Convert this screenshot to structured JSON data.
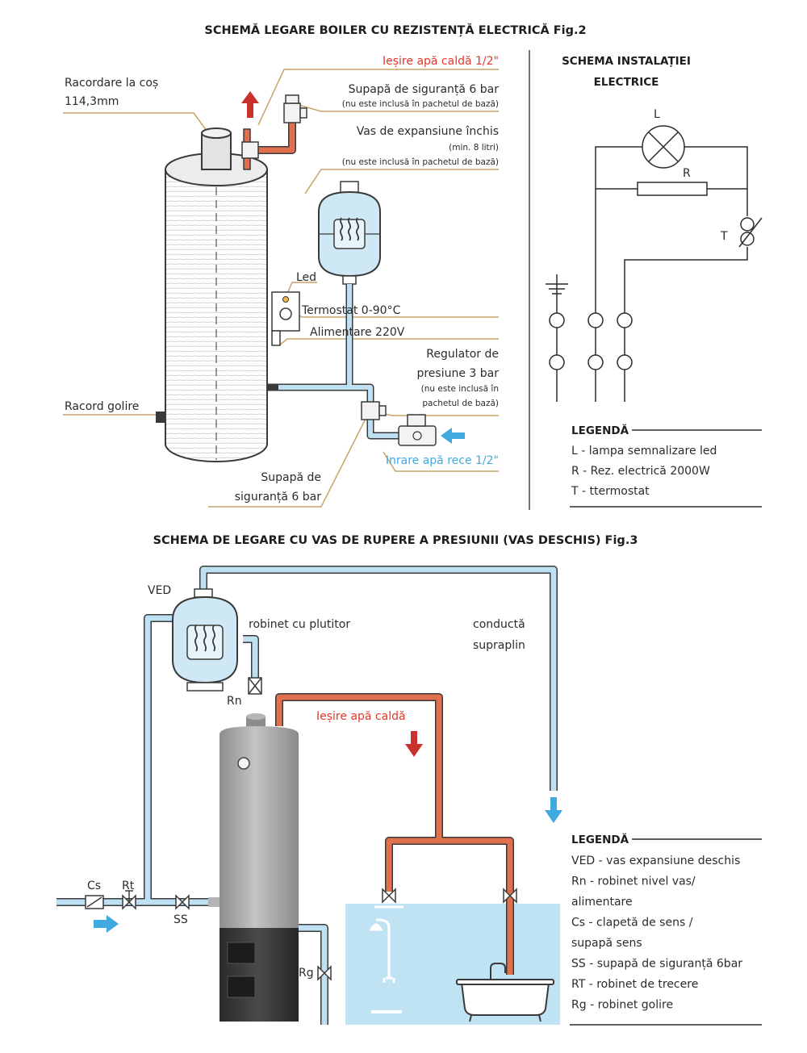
{
  "fig2": {
    "title": "SCHEMĂ LEGARE BOILER CU REZISTENȚĂ ELECTRICĂ Fig.2",
    "labels": {
      "racordare_cos_1": "Racordare la coș",
      "racordare_cos_2": "114,3mm",
      "iesire_apa_calda": "Ieșire apă caldă 1/2\"",
      "supapa_sig_top": "Supapă de siguranță 6 bar",
      "supapa_sig_top_note": "(nu este inclusă în pachetul de bază)",
      "vas_expansiune": "Vas de expansiune închis",
      "vas_expansiune_min": "(min. 8 litri)",
      "vas_expansiune_note": "(nu este inclusă în pachetul de bază)",
      "led": "Led",
      "termostat": "Termostat 0-90°C",
      "alimentare": "Alimentare 220V",
      "regulator_1": "Regulator de",
      "regulator_2": "presiune 3 bar",
      "regulator_note_1": "(nu este inclusă în",
      "regulator_note_2": "pachetul de bază)",
      "racord_golire": "Racord golire",
      "intrare_apa_rece": "Inrare apă rece 1/2\"",
      "supapa_sig_bottom_1": "Supapă de",
      "supapa_sig_bottom_2": "siguranță 6 bar"
    },
    "electric": {
      "title_1": "SCHEMA INSTALAȚIEI",
      "title_2": "ELECTRICE",
      "L": "L",
      "R": "R",
      "T": "T"
    },
    "legend": {
      "title": "LEGENDĂ",
      "items": [
        {
          "key": "L",
          "text": " - lampa semnalizare led"
        },
        {
          "key": "R",
          "text": " - Rez. electrică 2000W"
        },
        {
          "key": "T",
          "text": " - ttermostat"
        }
      ]
    }
  },
  "fig3": {
    "title": "SCHEMA DE LEGARE CU VAS DE RUPERE A PRESIUNII (VAS DESCHIS) Fig.3",
    "labels": {
      "ved": "VED",
      "robinet_plutitor": "robinet cu plutitor",
      "conducta_1": "conductă",
      "conducta_2": "supraplin",
      "rn": "Rn",
      "iesire_apa_calda": "Ieșire apă caldă",
      "cs": "Cs",
      "rt": "Rt",
      "ss": "SS",
      "rg": "Rg"
    },
    "legend": {
      "title": "LEGENDĂ",
      "items": [
        {
          "key": "VED",
          "text": " - vas expansiune deschis"
        },
        {
          "key": "Rn",
          "text": " - robinet nivel vas/"
        },
        {
          "key": "",
          "text": "alimentare"
        },
        {
          "key": "Cs",
          "text": " - clapetă de sens /"
        },
        {
          "key": "",
          "text": "supapă sens"
        },
        {
          "key": "SS",
          "text": " - supapă de siguranță 6bar"
        },
        {
          "key": "RT",
          "text": " - robinet de trecere"
        },
        {
          "key": "Rg",
          "text": " - robinet golire"
        }
      ]
    }
  },
  "colors": {
    "hot_pipe": "#e0704e",
    "cold_pipe": "#bfe0f2",
    "pipe_outline": "#3a3a3a",
    "leader_line": "#c9a46a",
    "red_arrow": "#c8322a",
    "blue_arrow": "#3fa9e1",
    "tank_gray": "#a9a9a9",
    "water_area": "#bfe3f2"
  }
}
